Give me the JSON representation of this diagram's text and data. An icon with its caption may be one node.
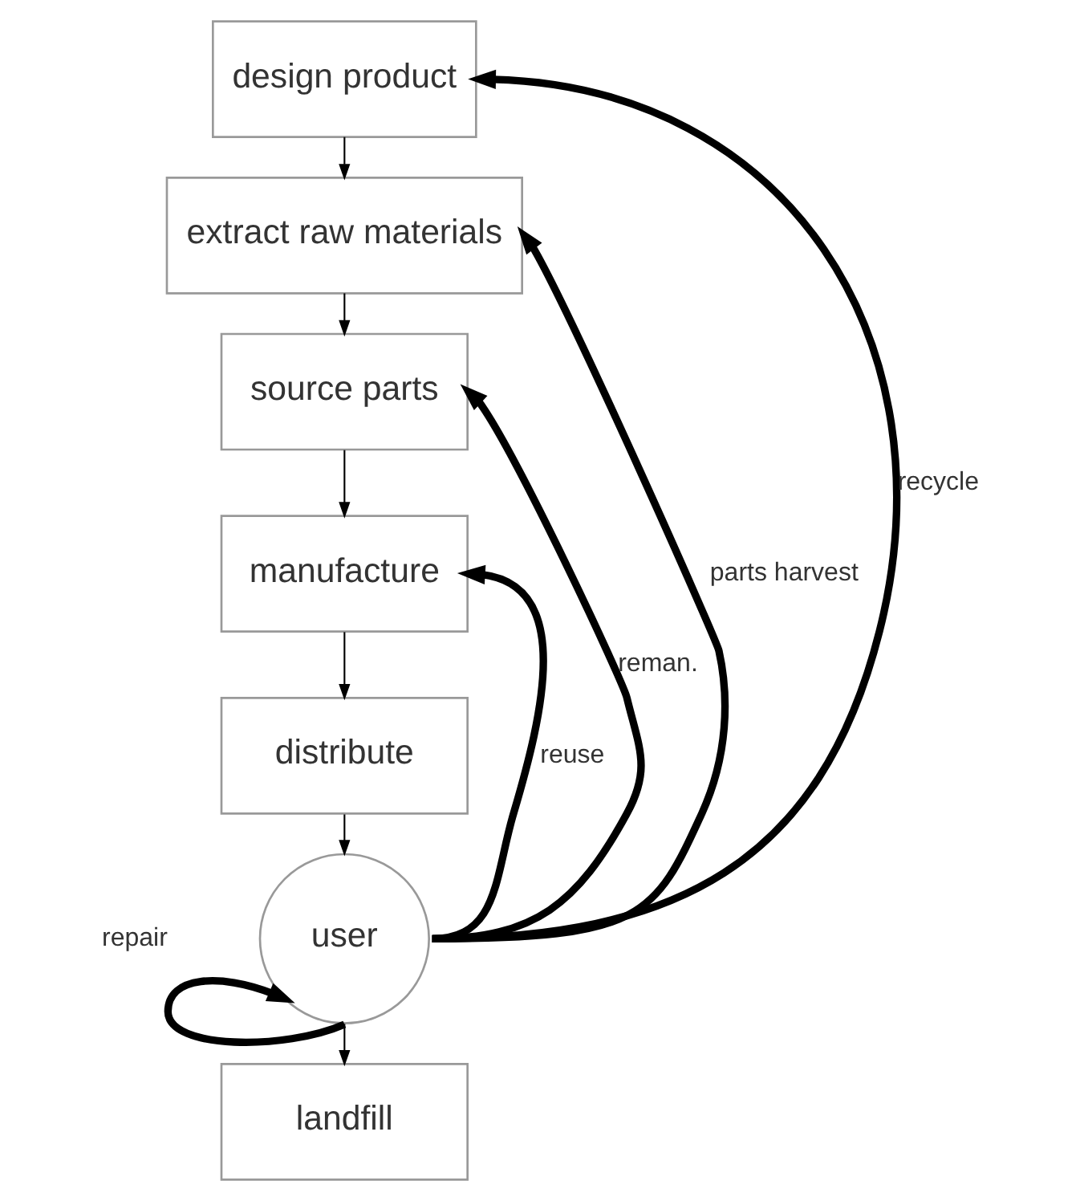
{
  "diagram": {
    "nodes": [
      {
        "text": [
          "design product"
        ]
      },
      {
        "text": [
          "extract raw materials"
        ]
      },
      {
        "text": [
          "source parts"
        ]
      },
      {
        "text": [
          "manufacture"
        ]
      },
      {
        "text": [
          "distribute"
        ]
      },
      {
        "text": [
          "user"
        ]
      },
      {
        "text": [
          "landfill"
        ]
      }
    ],
    "edges": [
      {
        "from": 0,
        "to": 1,
        "arrow": "to"
      },
      {
        "from": 1,
        "to": 2,
        "arrow": "to"
      },
      {
        "from": 2,
        "to": 3,
        "arrow": "to"
      },
      {
        "from": 3,
        "to": 4,
        "arrow": "to"
      },
      {
        "from": 4,
        "to": 5,
        "arrow": "to"
      },
      {
        "from": 5,
        "to": 6,
        "arrow": "to"
      },
      {
        "from": 5,
        "to": 0,
        "arrow": "to",
        "label": "recycle",
        "style": "thick"
      },
      {
        "from": 5,
        "to": 1,
        "arrow": "to",
        "label": "parts harvest",
        "style": "thick"
      },
      {
        "from": 5,
        "to": 2,
        "arrow": "to",
        "label": "reman.",
        "style": "thick"
      },
      {
        "from": 5,
        "to": 3,
        "arrow": "to",
        "label": "reuse",
        "style": "thick"
      },
      {
        "from": 5,
        "to": 5,
        "arrow": "to",
        "label": "repair",
        "style": "thick"
      }
    ]
  }
}
